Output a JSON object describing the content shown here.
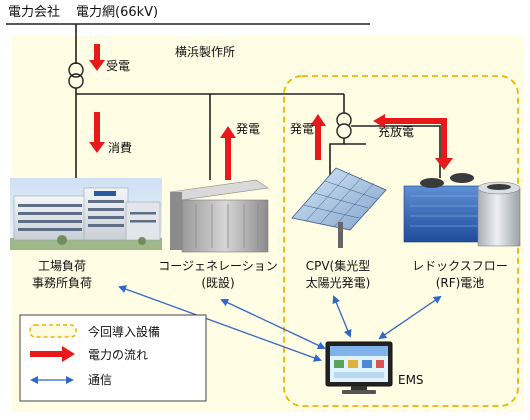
{
  "grid": {
    "company": "電力会社",
    "line": "電力網(66kV)"
  },
  "site": {
    "name": "横浜製作所"
  },
  "flows": {
    "receive": "受電",
    "consume": "消費",
    "generate_cogen": "発電",
    "generate_cpv": "発電",
    "charge_discharge": "充放電"
  },
  "nodes": {
    "factory": {
      "line1": "工場負荷",
      "line2": "事務所負荷"
    },
    "cogen": {
      "line1": "コージェネレーション",
      "line2": "(既設)"
    },
    "cpv": {
      "line1": "CPV(集光型",
      "line2": "太陽光発電)"
    },
    "rf": {
      "line1": "レドックスフロー",
      "line2": "(RF)電池"
    },
    "ems": {
      "label": "EMS"
    }
  },
  "legend": {
    "new_equipment": "今回導入設備",
    "power_flow": "電力の流れ",
    "communication": "通信"
  },
  "colors": {
    "background": "#fffde3",
    "accent_dash": "#f0b400",
    "power": "#e8191b",
    "comm": "#2f67c8",
    "line": "#222222"
  }
}
